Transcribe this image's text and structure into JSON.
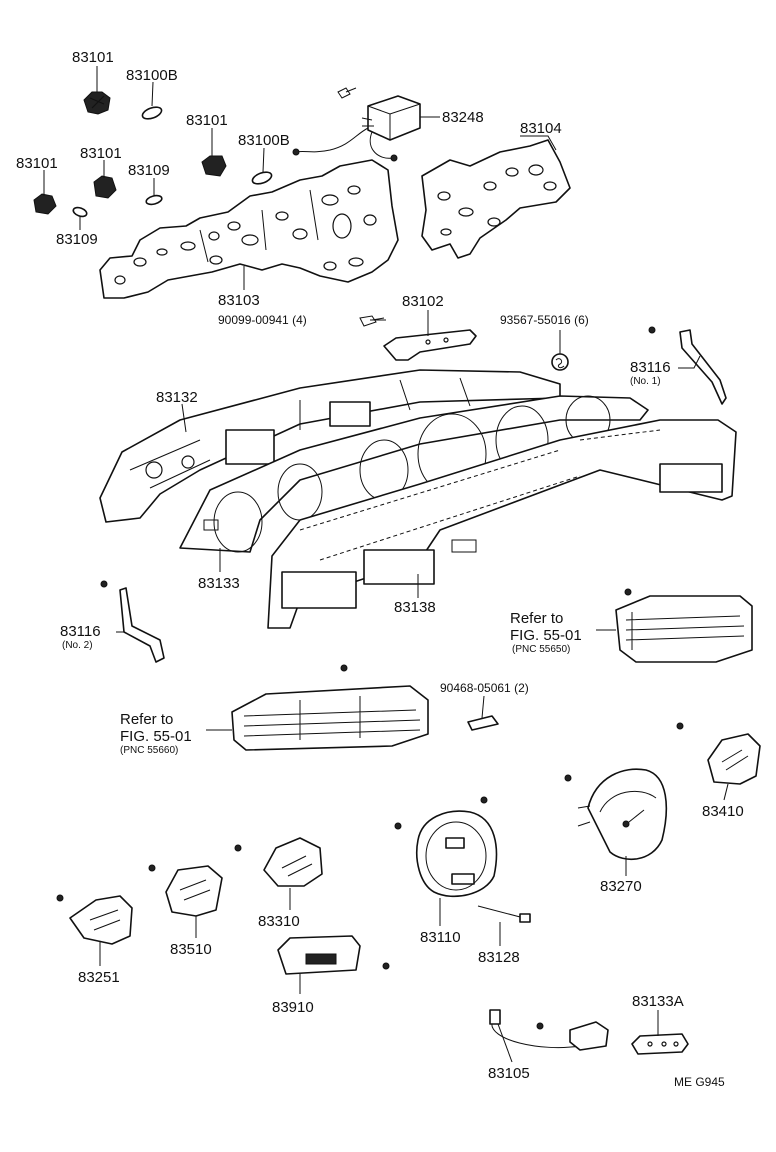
{
  "labels": {
    "p83101_a": "83101",
    "p83100b_a": "83100B",
    "p83101_b": "83101",
    "p83100b_b": "83100B",
    "p83101_c": "83101",
    "p83101_d": "83101",
    "p83109_a": "83109",
    "p83109_b": "83109",
    "p83248": "83248",
    "p83104": "83104",
    "p83103": "83103",
    "p90099": "90099-00941 (4)",
    "p83102": "83102",
    "p93567": "93567-55016 (6)",
    "p83116_1": "83116",
    "p83116_1_sub": "(No. 1)",
    "p83132": "83132",
    "p83133": "83133",
    "p83138": "83138",
    "p83116_2": "83116",
    "p83116_2_sub": "(No. 2)",
    "p90468": "90468-05061 (2)",
    "p83410": "83410",
    "p83270": "83270",
    "p83310": "83310",
    "p83510": "83510",
    "p83251": "83251",
    "p83110": "83110",
    "p83128": "83128",
    "p83910": "83910",
    "p83105": "83105",
    "p83133a": "83133A",
    "footer_code": "ME  G945"
  },
  "refs": {
    "right": {
      "line1": "Refer to",
      "line2": "FIG. 55-01",
      "line3": "(PNC 55650)"
    },
    "left": {
      "line1": "Refer to",
      "line2": "FIG. 55-01",
      "line3": "(PNC 55660)"
    }
  },
  "icons": {
    "clip": "clip-s-icon"
  }
}
